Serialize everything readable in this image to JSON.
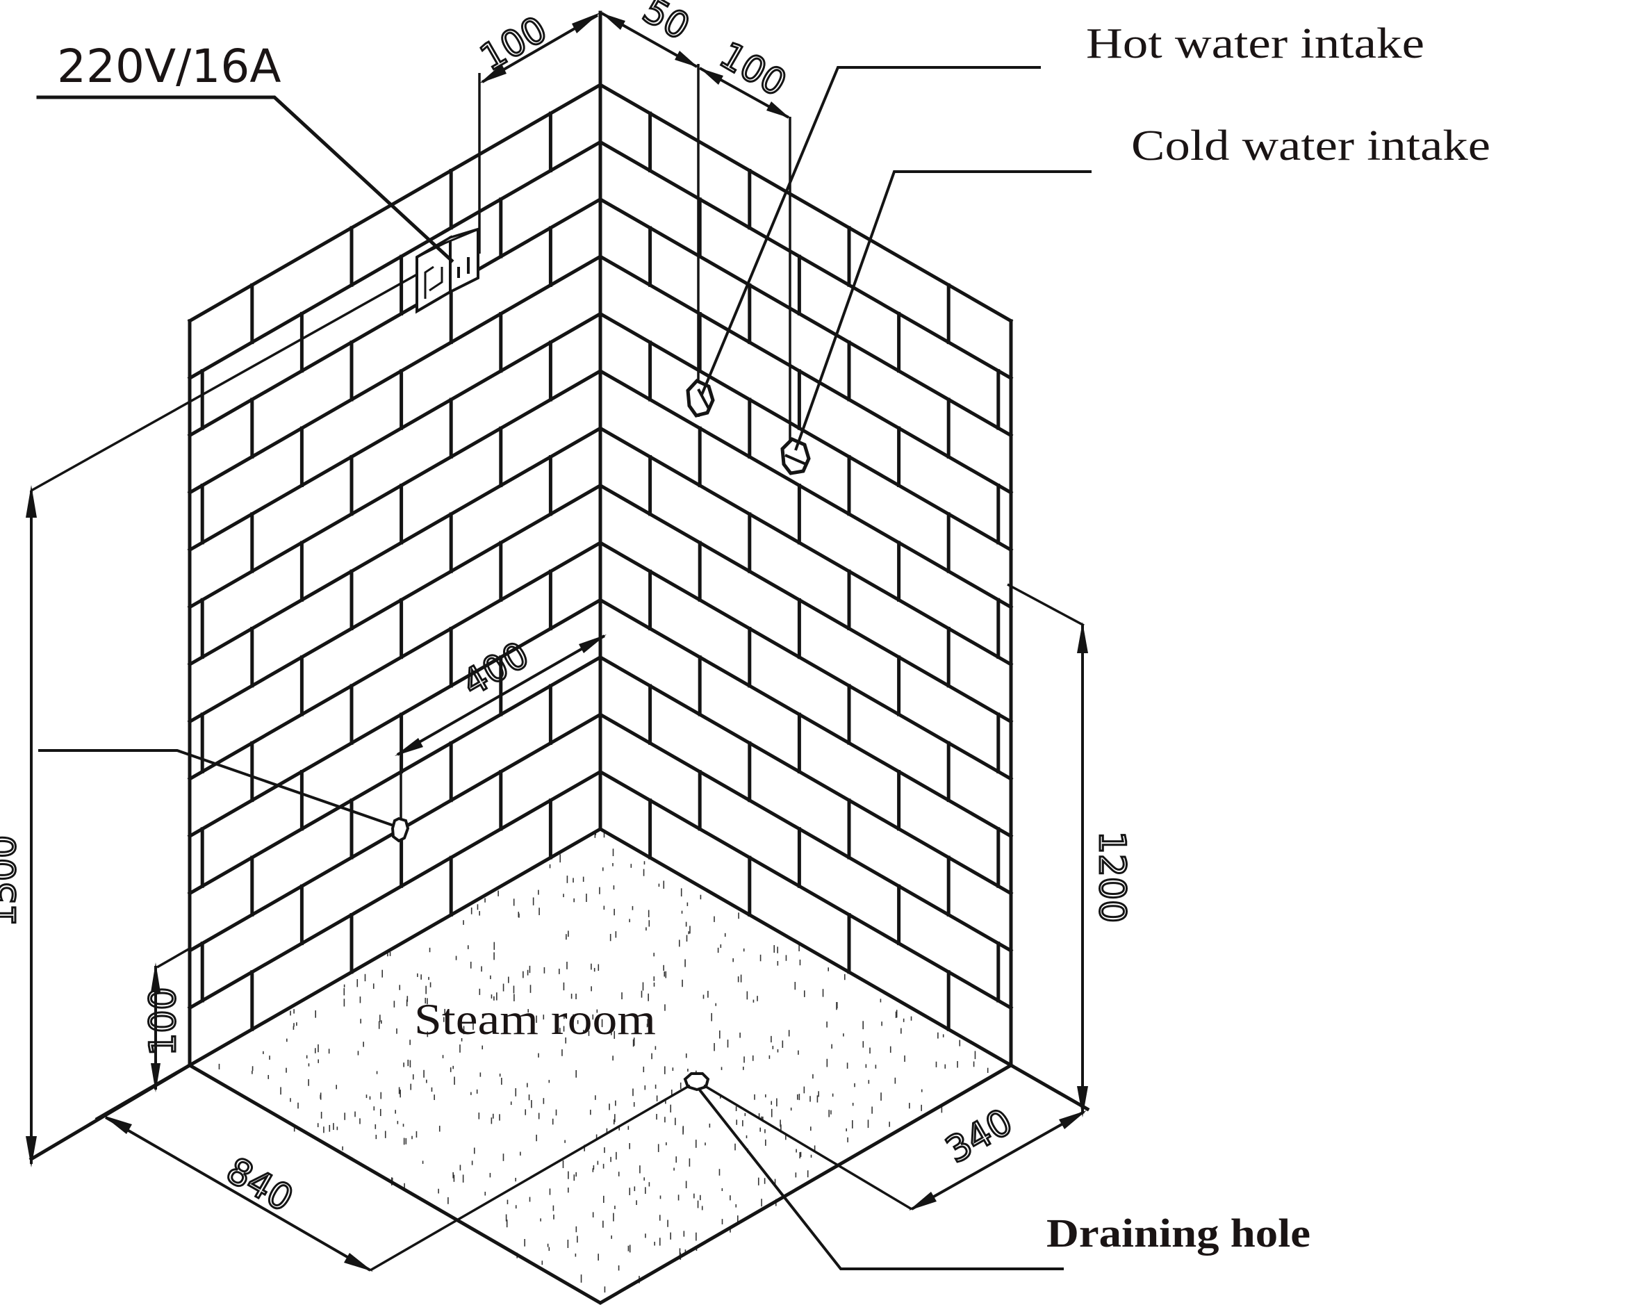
{
  "title": "Steam room installation diagram",
  "labels": {
    "power": "220V/16A",
    "hot_water": "Hot water intake",
    "cold_water": "Cold water intake",
    "room": "Steam room",
    "drain": "Draining hole"
  },
  "dimensions": {
    "socket_offset": "100",
    "hot_offset": "50",
    "hot_to_cold": "100",
    "steam_outlet_offset": "400",
    "total_height": "1500",
    "outlet_height": "100",
    "valve_height": "1200",
    "drain_x": "840",
    "drain_y": "340"
  },
  "components": [
    {
      "name": "power-socket",
      "icon": "socket-icon"
    },
    {
      "name": "hot-water-valve",
      "icon": "valve-icon"
    },
    {
      "name": "cold-water-valve",
      "icon": "valve-icon"
    },
    {
      "name": "steam-outlet",
      "icon": "outlet-icon"
    },
    {
      "name": "drain-hole",
      "icon": "drain-icon"
    }
  ],
  "colors": {
    "line": "#141414",
    "background": "#ffffff"
  }
}
